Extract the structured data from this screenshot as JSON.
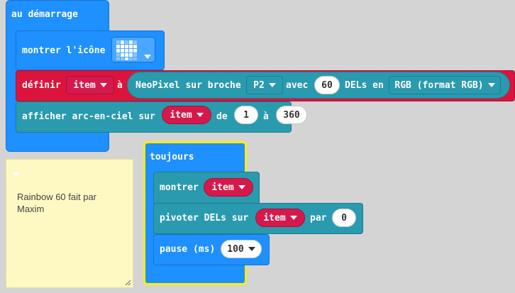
{
  "colors": {
    "basic": "#1e90ff",
    "variables": "#dc143c",
    "neopixel": "#2a9aaf",
    "selected_outline": "#ffee00",
    "comment_bg": "#fef9c3",
    "workspace": "#ebebeb"
  },
  "on_start": {
    "hat_label": "au démarrage",
    "show_icon": {
      "label": "montrer l'icône",
      "icon": "heart-icon"
    },
    "set_item": {
      "label_prefix": "définir",
      "variable": "item",
      "label_a": "à",
      "neopixel_label": "NeoPixel sur broche",
      "pin": "P2",
      "with_label": "avec",
      "led_count": "60",
      "leds_label": "DELs en",
      "mode": "RGB (format RGB)"
    },
    "rainbow": {
      "label": "afficher arc-en-ciel sur",
      "variable": "item",
      "from_label": "de",
      "from_value": "1",
      "to_label": "à",
      "to_value": "360"
    }
  },
  "forever": {
    "hat_label": "toujours",
    "show": {
      "label": "montrer",
      "variable": "item"
    },
    "rotate": {
      "label": "pivoter DELs sur",
      "variable": "item",
      "by_label": "par",
      "value": "0"
    },
    "pause": {
      "label": "pause (ms)",
      "value": "100"
    }
  },
  "comment": {
    "text": "Rainbow 60 fait par\nMaxim"
  }
}
